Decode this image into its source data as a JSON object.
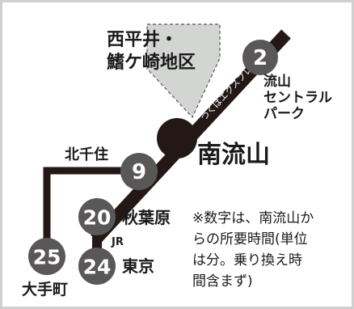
{
  "area_label": {
    "line1": "西平井・",
    "line2": "鰭ケ崎地区"
  },
  "lines": {
    "tsukuba_express": "つくばエクスプレス",
    "jr": "JR"
  },
  "hub_station": "南流山",
  "stations": [
    {
      "id": "central-park",
      "name_lines": [
        "流山",
        "セントラル",
        "パーク"
      ],
      "minutes": "2"
    },
    {
      "id": "kita-senju",
      "name_lines": [
        "北千住"
      ],
      "minutes": "9"
    },
    {
      "id": "akihabara",
      "name_lines": [
        "秋葉原"
      ],
      "minutes": "20"
    },
    {
      "id": "tokyo",
      "name_lines": [
        "東京"
      ],
      "minutes": "24"
    },
    {
      "id": "otemachi",
      "name_lines": [
        "大手町"
      ],
      "minutes": "25"
    }
  ],
  "note_lines": [
    "※数字は、南流山か",
    "らの所要時間(単位",
    "は分。乗り換え時",
    "間含まず)"
  ],
  "colors": {
    "rail": "#231815",
    "badge": "#595757",
    "area_fill": "#d3d5d3",
    "frame": "#cfcfcf"
  }
}
